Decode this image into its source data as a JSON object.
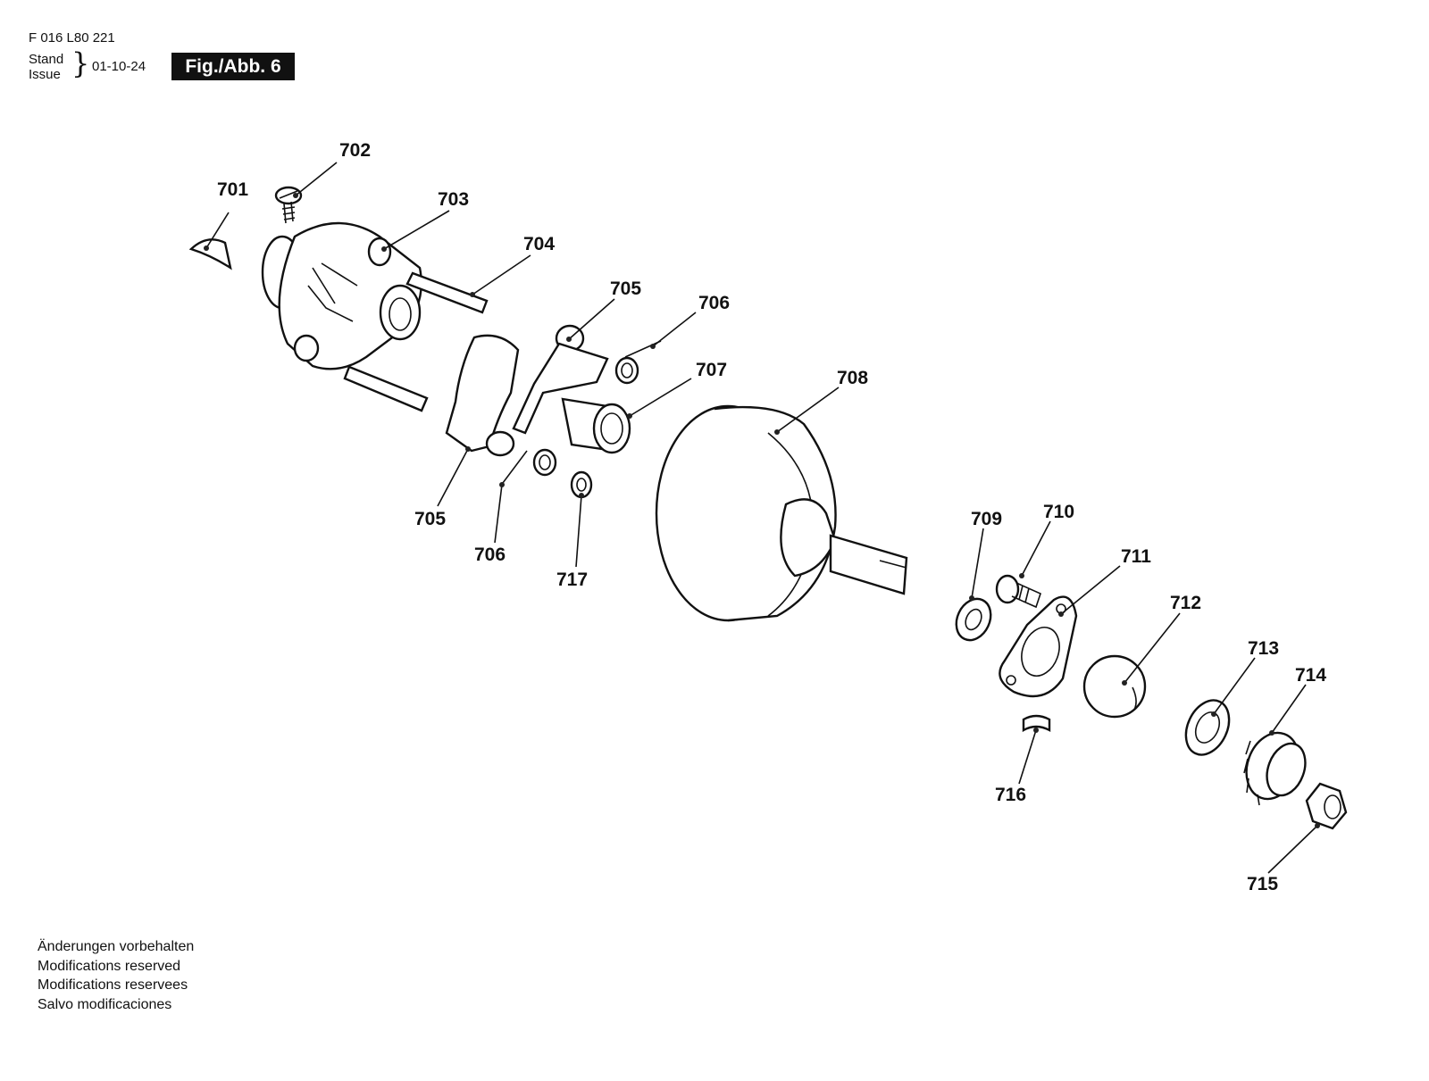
{
  "header": {
    "code": "F 016 L80 221",
    "stand": "Stand",
    "issue": "Issue",
    "date": "01-10-24",
    "figure": "Fig./Abb. 6"
  },
  "footer": {
    "lines": [
      "Änderungen vorbehalten",
      "Modifications reserved",
      "Modifications reservees",
      "Salvo modificaciones"
    ]
  },
  "parts": {
    "p701": "701",
    "p702": "702",
    "p703": "703",
    "p704": "704",
    "p705a": "705",
    "p705b": "705",
    "p706a": "706",
    "p706b": "706",
    "p707": "707",
    "p708": "708",
    "p709": "709",
    "p710": "710",
    "p711": "711",
    "p712": "712",
    "p713": "713",
    "p714": "714",
    "p715": "715",
    "p716": "716",
    "p717": "717"
  }
}
